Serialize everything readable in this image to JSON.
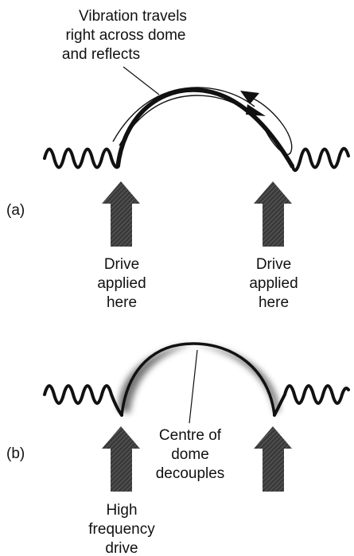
{
  "panel_a": {
    "label": "(a)",
    "annotation": [
      "Vibration travels",
      "right across dome",
      "and reflects"
    ],
    "left_drive": [
      "Drive",
      "applied",
      "here"
    ],
    "right_drive": [
      "Drive",
      "applied",
      "here"
    ]
  },
  "panel_b": {
    "label": "(b)",
    "center_note": [
      "Centre of",
      "dome",
      "decouples"
    ],
    "left_drive": [
      "High",
      "frequency",
      "drive"
    ]
  },
  "colors": {
    "ink": "#111111",
    "arrow": "#3a3a3a",
    "blur": "#555555"
  }
}
